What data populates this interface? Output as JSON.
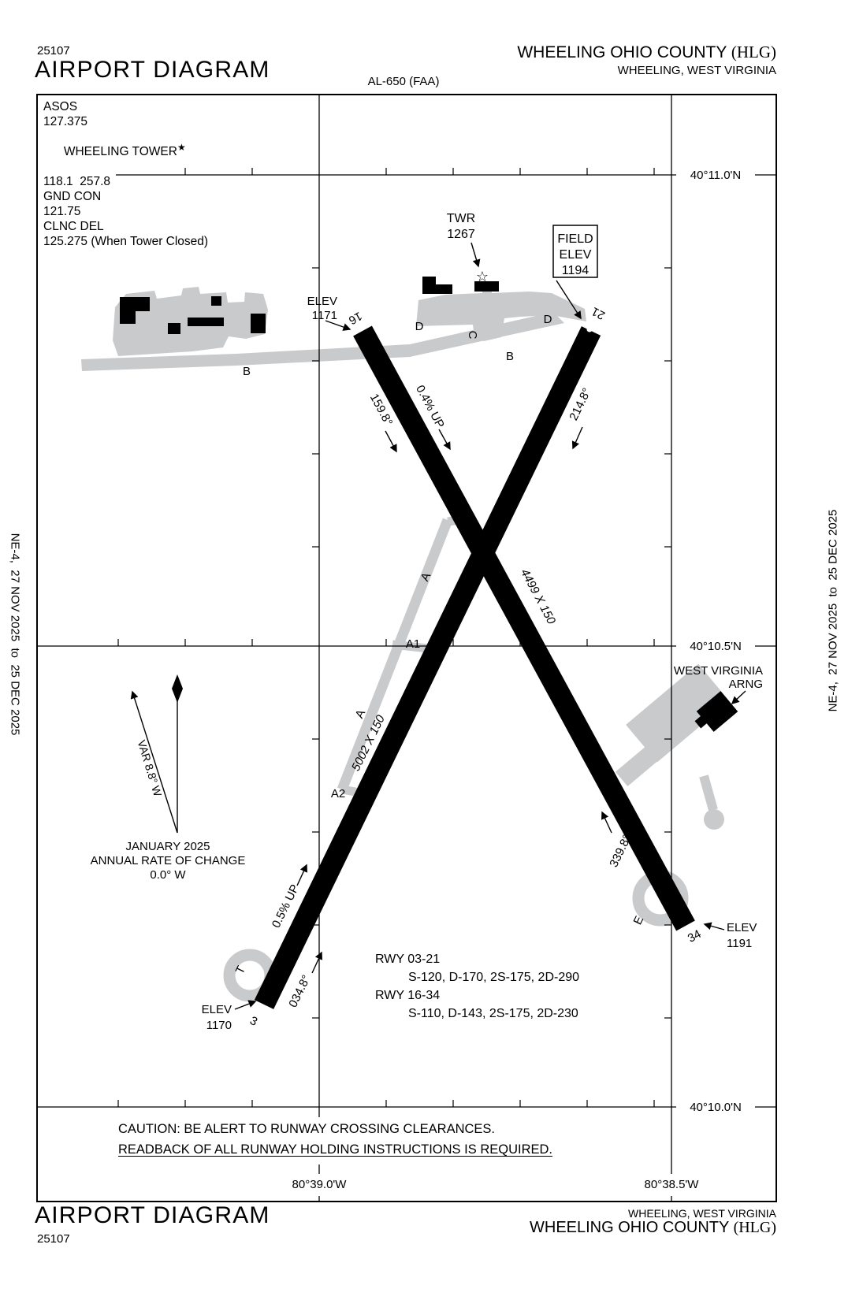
{
  "header": {
    "chart_number": "25107",
    "title": "AIRPORT DIAGRAM",
    "procedure_code": "AL-650 (FAA)",
    "airport_name": "WHEELING OHIO COUNTY",
    "airport_id": "(HLG)",
    "airport_city": "WHEELING, WEST VIRGINIA"
  },
  "footer": {
    "title": "AIRPORT DIAGRAM",
    "chart_number": "25107",
    "airport_name": "WHEELING OHIO COUNTY",
    "airport_id": "(HLG)",
    "airport_city": "WHEELING, WEST VIRGINIA"
  },
  "edition": {
    "left": "NE-4,  27 NOV 2025  to  25 DEC 2025",
    "right": "NE-4,  27 NOV 2025  to  25 DEC 2025"
  },
  "comm": {
    "asos_label": "ASOS",
    "asos_freq": "127.375",
    "tower_label": "WHEELING TOWER",
    "tower_star": "★",
    "tower_freq": "118.1  257.8",
    "gnd_label": "GND CON",
    "gnd_freq": "121.75",
    "clnc_label": "CLNC DEL",
    "clnc_freq": "125.275 (When Tower Closed)"
  },
  "grid": {
    "lat_top": "40°11.0'N",
    "lat_mid": "40°10.5'N",
    "lat_bot": "40°10.0'N",
    "lon_left": "80°39.0'W",
    "lon_right": "80°38.5'W"
  },
  "tower": {
    "line1": "TWR",
    "line2": "1267"
  },
  "field_elev": {
    "line1": "FIELD",
    "line2": "ELEV",
    "line3": "1194"
  },
  "arng": {
    "line1": "WEST VIRGINIA",
    "line2": "ARNG"
  },
  "compass": {
    "var_label": "VAR 8.8° W",
    "date": "JANUARY 2025",
    "rate1": "ANNUAL RATE OF CHANGE",
    "rate2": "0.0° W"
  },
  "runways": {
    "rwy16": {
      "num": "16",
      "hdg": "159.8°",
      "slope": "0.4% UP",
      "elev_label": "ELEV",
      "elev": "1171"
    },
    "rwy21": {
      "num": "21",
      "hdg": "214.8°"
    },
    "rwy3": {
      "num": "3",
      "hdg": "034.8°",
      "slope": "0.5% UP",
      "elev_label": "ELEV",
      "elev": "1170"
    },
    "rwy34": {
      "num": "34",
      "hdg": "339.8°",
      "elev_label": "ELEV",
      "elev": "1191"
    },
    "dim_16_34": "4499 X 150",
    "dim_03_21": "5002 X 150"
  },
  "taxiways": {
    "b1": "B",
    "b2": "B",
    "d1": "D",
    "d2": "D",
    "c": "C",
    "a_n": "A",
    "a_s": "A",
    "a1": "A1",
    "a2": "A2",
    "t": "T",
    "e": "E"
  },
  "rwy_data": {
    "r0321_label": "RWY 03-21",
    "r0321_codes": "S-120, D-170, 2S-175, 2D-290",
    "r1634_label": "RWY 16-34",
    "r1634_codes": "S-110, D-143, 2S-175, 2D-230"
  },
  "caution": {
    "line1": "CAUTION: BE ALERT TO RUNWAY CROSSING CLEARANCES.",
    "line2": "READBACK OF ALL RUNWAY HOLDING INSTRUCTIONS IS REQUIRED."
  },
  "icons": {
    "tower_star": "☆"
  },
  "colors": {
    "pavement_gray": "#c9cacc",
    "ink": "#000000"
  }
}
